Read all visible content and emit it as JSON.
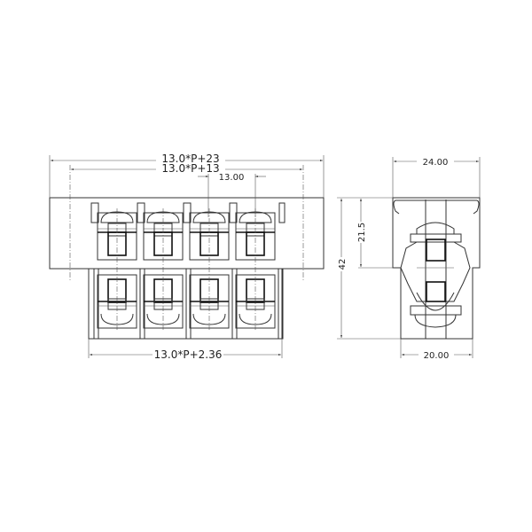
{
  "front_view": {
    "dim_overall": "13.0*P+23",
    "dim_centers": "13.0*P+13",
    "dim_pitch": "13.00",
    "dim_base": "13.0*P+2.36",
    "poles": 4
  },
  "side_view": {
    "dim_top_width": "24.00",
    "dim_bottom_width": "20.00",
    "dim_height": "42",
    "dim_upper_height": "21.5"
  }
}
